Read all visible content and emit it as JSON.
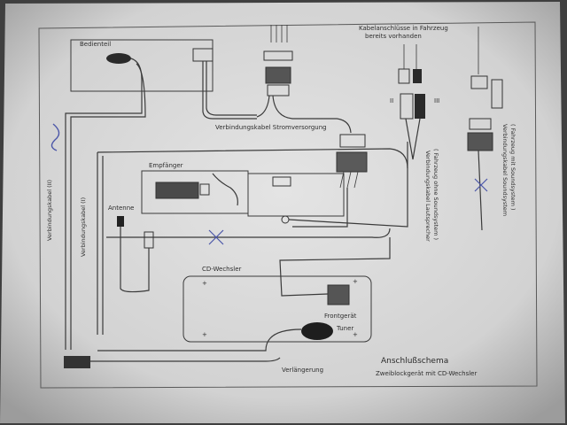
{
  "labels": {
    "bedienteil": "Bedienteil",
    "stromversorgung": "Verbindungskabel Stromversorgung",
    "kabelanschluesse_1": "Kabelanschlüsse in Fahrzeug",
    "kabelanschluesse_2": "bereits vorhanden",
    "empfaenger": "Empfänger",
    "antenne": "Antenne",
    "cd_wechsler": "CD-Wechsler",
    "frontpanel": "Frontgerät",
    "tuner": "Tuner",
    "verlaengerung": "Verlängerung",
    "verbindungskabel_1": "Verbindungskabel (I)",
    "verbindungskabel_2": "Verbindungskabel (II)",
    "vk_lautsprecher": "Verbindungskabel Lautsprecher",
    "vk_lautsprecher_sub": "( Fahrzeug ohne Soundsystem )",
    "vk_soundsystem": "Verbindungskabel Soundsystem",
    "vk_soundsystem_sub": "( Fahrzeug mit Soundsystem )",
    "title": "Anschlußschema",
    "subtitle": "Zweiblockgerät mit CD-Wechsler"
  },
  "colors": {
    "paper": "#dcdcdc",
    "ink": "#3a3a3a",
    "background": "#3f3f3f",
    "annotation_blue": "#4a55a8"
  }
}
